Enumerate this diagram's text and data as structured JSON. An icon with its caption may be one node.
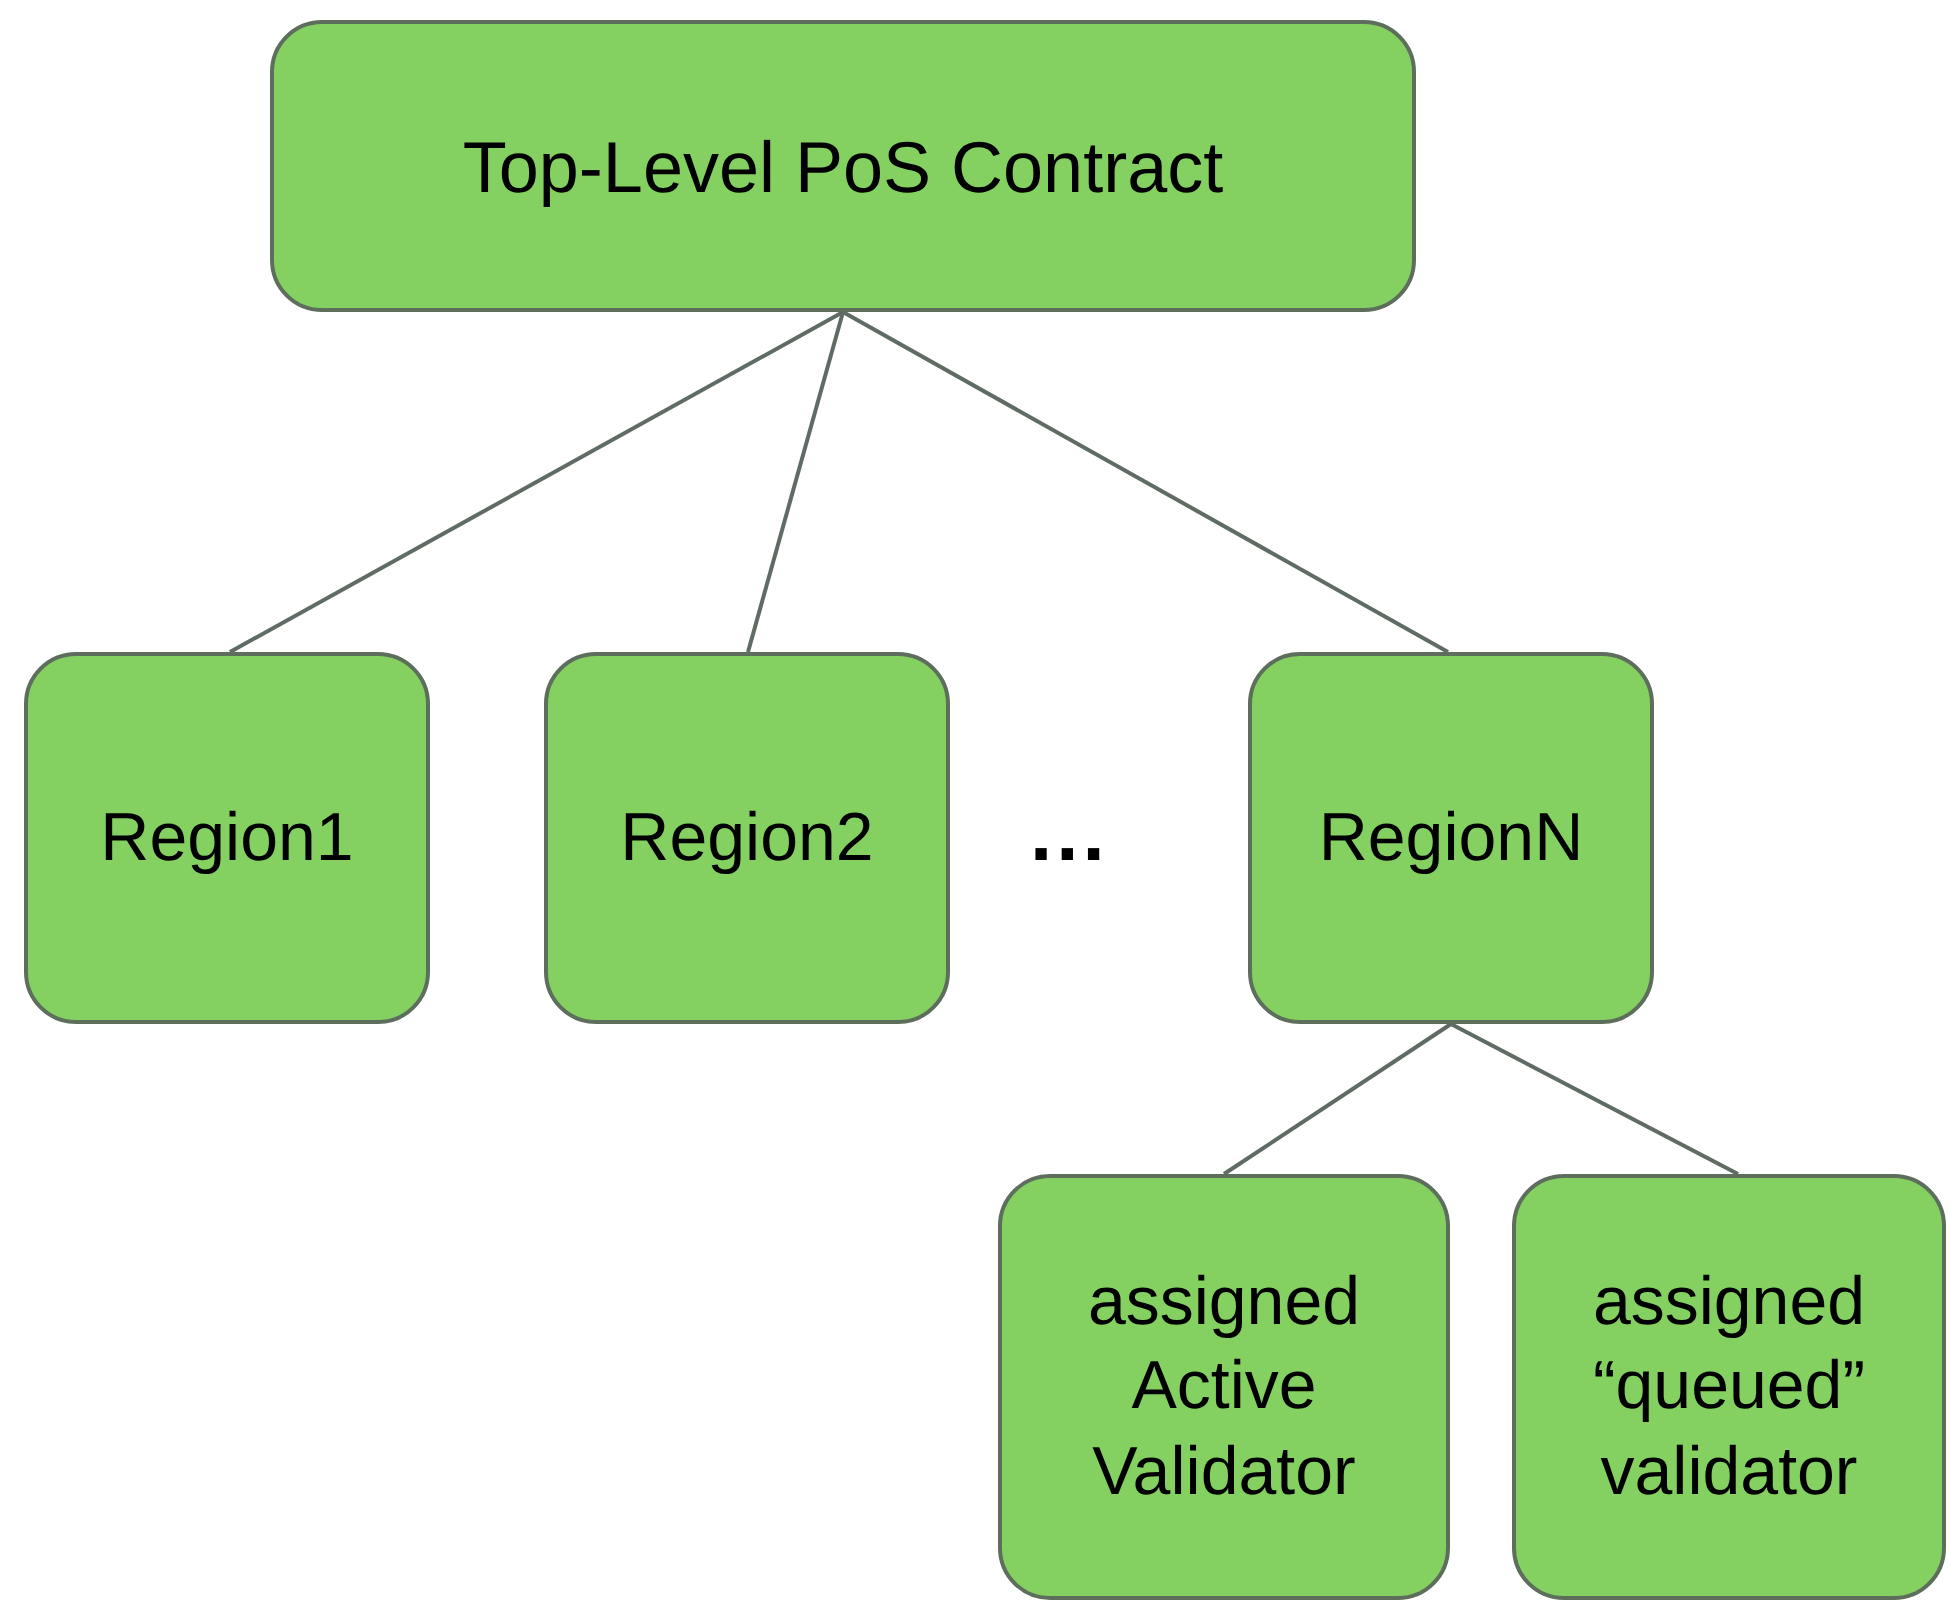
{
  "diagram": {
    "nodes": [
      {
        "text": [
          "Top-Level PoS Contract"
        ]
      },
      {
        "text": [
          "Region1"
        ]
      },
      {
        "text": [
          "Region2"
        ]
      },
      {
        "text": [
          "RegionN"
        ]
      },
      {
        "text": [
          "assigned Active Validator"
        ]
      },
      {
        "text": [
          "assigned “queued” validator"
        ]
      }
    ],
    "edges": [
      {
        "from": 0,
        "to": 1,
        "arrow": "none"
      },
      {
        "from": 0,
        "to": 2,
        "arrow": "none"
      },
      {
        "from": 0,
        "to": 3,
        "arrow": "none"
      },
      {
        "from": 3,
        "to": 4,
        "arrow": "none"
      },
      {
        "from": 3,
        "to": 5,
        "arrow": "none"
      }
    ],
    "labels": [
      "..."
    ]
  }
}
